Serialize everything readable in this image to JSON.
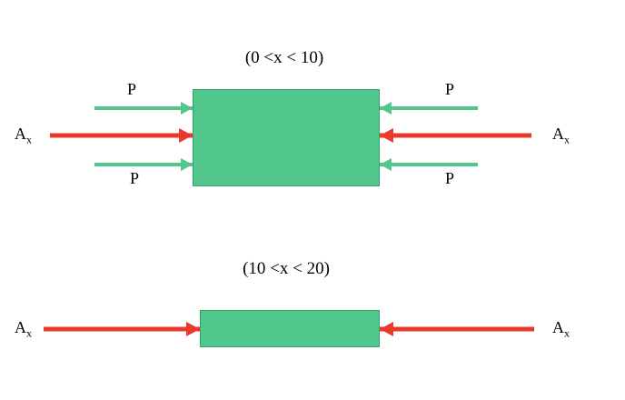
{
  "colors": {
    "box_fill": "#52c78c",
    "box_border": "#35a06d",
    "green_arrow": "#52c78c",
    "red_arrow": "#ea392c"
  },
  "diagrams": [
    {
      "title": "(0 <x < 10)",
      "left_p_top": "P",
      "left_p_bottom": "P",
      "left_ax": {
        "main": "A",
        "sub": "x"
      },
      "right_p_top": "P",
      "right_p_bottom": "P",
      "right_ax": {
        "main": "A",
        "sub": "x"
      }
    },
    {
      "title": "(10 <x < 20)",
      "left_ax": {
        "main": "A",
        "sub": "x"
      },
      "right_ax": {
        "main": "A",
        "sub": "x"
      }
    }
  ]
}
